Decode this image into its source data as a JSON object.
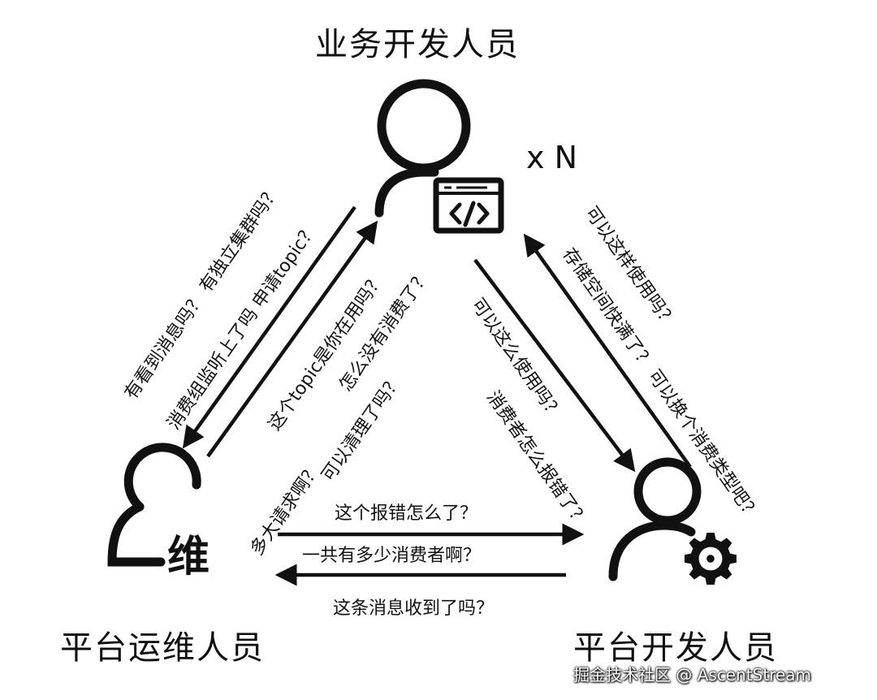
{
  "roles": {
    "business_dev": "业务开发人员",
    "platform_ops": "平台运维人员",
    "platform_dev": "平台开发人员"
  },
  "multiplier": "x N",
  "ops_badge": "维",
  "icons": [
    "user-icon",
    "code-window-icon",
    "gear-icon"
  ],
  "edges": {
    "ops_to_business": {
      "line1": "有看到消息吗？  有独立集群吗？",
      "line2": "消费组监听上了吗  申请topic？"
    },
    "business_to_ops": {
      "line1": "这个topic是你在用吗？",
      "line2": "怎么没有消费了？",
      "line3": "可以清理了吗？",
      "line4": "多大请求啊？"
    },
    "business_to_platform": {
      "line1": "可以这么使用吗？",
      "line2": "消费者怎么报错了？"
    },
    "platform_to_business": {
      "line1": "可以这样使用吗？",
      "line2": "存储空间快满了？  可以换个消费类型吧？"
    },
    "ops_to_platform": {
      "line1": "这个报错怎么了？",
      "line2": "一共有多少消费者啊？"
    },
    "platform_to_ops": {
      "line1": "这条消息收到了吗？"
    }
  },
  "watermark": "掘金技术社区 @ AscentStream"
}
